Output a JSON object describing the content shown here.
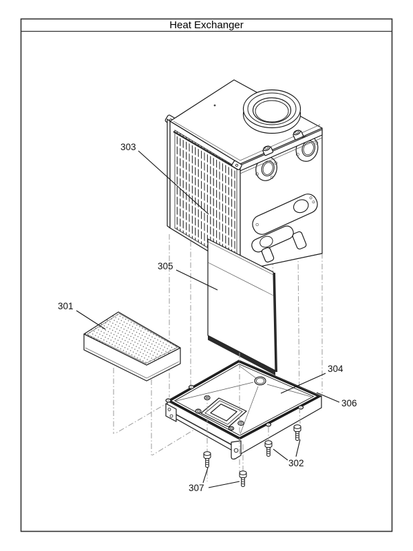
{
  "title": "Heat Exchanger",
  "callouts": {
    "c301": "301",
    "c302": "302",
    "c303": "303",
    "c304": "304",
    "c305": "305",
    "c306": "306",
    "c307": "307"
  },
  "colors": {
    "line": "#1a1a1a",
    "dash_line": "#9a9a9a",
    "panel_hem": "#2a2a2a",
    "background": "#ffffff"
  }
}
